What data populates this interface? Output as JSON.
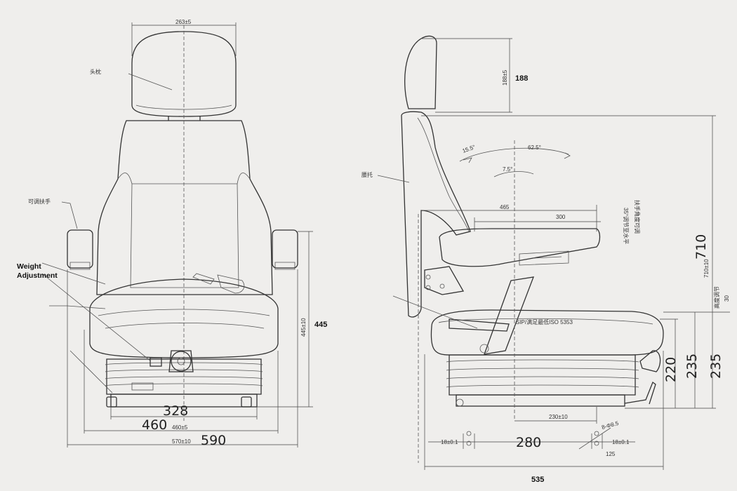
{
  "front_view": {
    "dims": {
      "headrest_width": "263±5",
      "armrest_height_small": "445±10",
      "armrest_height_bold": "445",
      "base_width_hand": "328",
      "seat_width_hand": "460",
      "seat_width_small": "460±5",
      "overall_width_small": "570±10",
      "overall_width_hand": "590"
    },
    "labels": {
      "headrest": "头枕",
      "armrest": "可调扶手",
      "weight_adjustment_line1": "Weight",
      "weight_adjustment_line2": "Adjustment"
    }
  },
  "side_view": {
    "dims": {
      "headrest_height_small": "188±5",
      "headrest_height_bold": "188",
      "recline_angle_1": "15.5°",
      "recline_angle_2": "62.5°",
      "recline_angle_3": "7.5°",
      "back_depth": "465",
      "armrest_length": "300",
      "overall_height_hand": "710",
      "overall_height_small": "710±10",
      "fore_aft_small": "230±10",
      "height_1_hand": "220",
      "height_2_hand": "235",
      "height_3_hand": "235",
      "rail_left": "18±0.1",
      "rail_right": "18±0.1",
      "rail_spacing_hand": "280",
      "bolt_spec": "8-Φ8.5",
      "bolt_dim": "125",
      "depth_bold": "535",
      "vertical_travel": "30"
    },
    "labels": {
      "lumbar": "腰托",
      "armrest_adjust_note": "扶手角度可调",
      "armrest_angle_note": "35°调节至水平",
      "height_adjust_note": "高度调节",
      "sip_note": "SIP/满足最低ISO 5353"
    }
  }
}
